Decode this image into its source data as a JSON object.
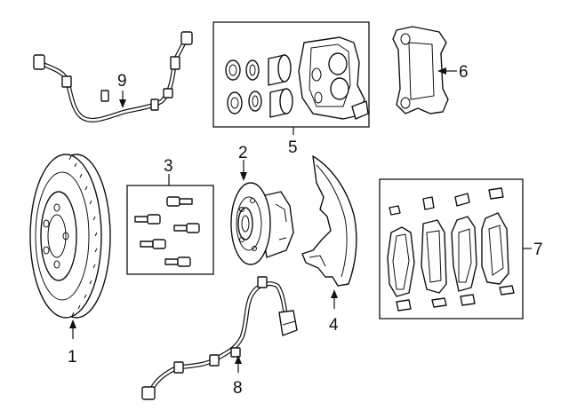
{
  "diagram": {
    "callouts": [
      {
        "id": "1",
        "text": "1"
      },
      {
        "id": "2",
        "text": "2"
      },
      {
        "id": "3",
        "text": "3"
      },
      {
        "id": "4",
        "text": "4"
      },
      {
        "id": "5",
        "text": "5"
      },
      {
        "id": "6",
        "text": "6"
      },
      {
        "id": "7",
        "text": "7"
      },
      {
        "id": "8",
        "text": "8"
      },
      {
        "id": "9",
        "text": "9"
      }
    ],
    "parts": [
      {
        "callout": "1",
        "icon": "brake-rotor-icon"
      },
      {
        "callout": "2",
        "icon": "hub-bearing-icon"
      },
      {
        "callout": "3",
        "icon": "bolt-kit-icon"
      },
      {
        "callout": "4",
        "icon": "splash-shield-icon"
      },
      {
        "callout": "5",
        "icon": "caliper-kit-icon"
      },
      {
        "callout": "6",
        "icon": "caliper-bracket-icon"
      },
      {
        "callout": "7",
        "icon": "brake-pad-kit-icon"
      },
      {
        "callout": "8",
        "icon": "brake-hose-icon"
      },
      {
        "callout": "9",
        "icon": "abs-sensor-wire-icon"
      }
    ]
  }
}
